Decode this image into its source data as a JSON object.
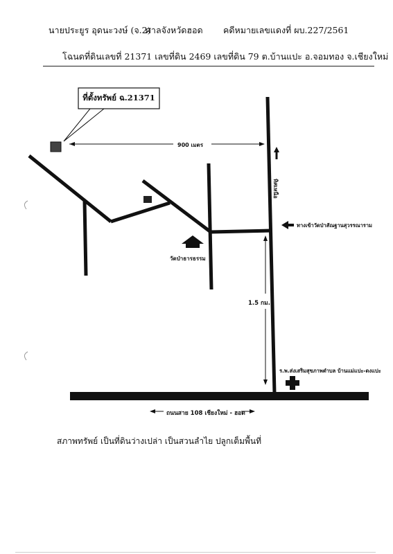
{
  "header": {
    "owner": "นายประยูร อุดนะวงษ์ (จ.2)",
    "court": "ศาลจังหวัดฮอด",
    "case_number": "คดีหมายเลขแดงที่ ผบ.227/2561",
    "deed_line": "โฉนดที่ดินเลขที่ 21371 เลขที่ดิน 2469 เลขที่ดิน 79 ต.บ้านแปะ อ.จอมทอง จ.เชียงใหม่"
  },
  "map": {
    "property_callout": "ที่ตั้งทรัพย์ ฉ.21371",
    "distance_east": "900 เมตร",
    "distance_south": "1.5 กม.",
    "north_label": "ทิศเหนือ",
    "temple_entrance": "ทางเข้าวัดป่าสัณฐานสุวรรณาราม",
    "temple_name": "วัดป่าธารธรรม",
    "health_station": "ร.พ.ส่งเสริมสุขภาพตำบล บ้านแม่แปะ-ดงแปะ",
    "main_road": "ถนนสาย 108 เชียงใหม่ - ฮอด"
  },
  "footer": {
    "condition": "สภาพทรัพย์ เป็นที่ดินว่างเปล่า  เป็นสวนลำไย  ปลูกเต็มพื้นที่"
  }
}
